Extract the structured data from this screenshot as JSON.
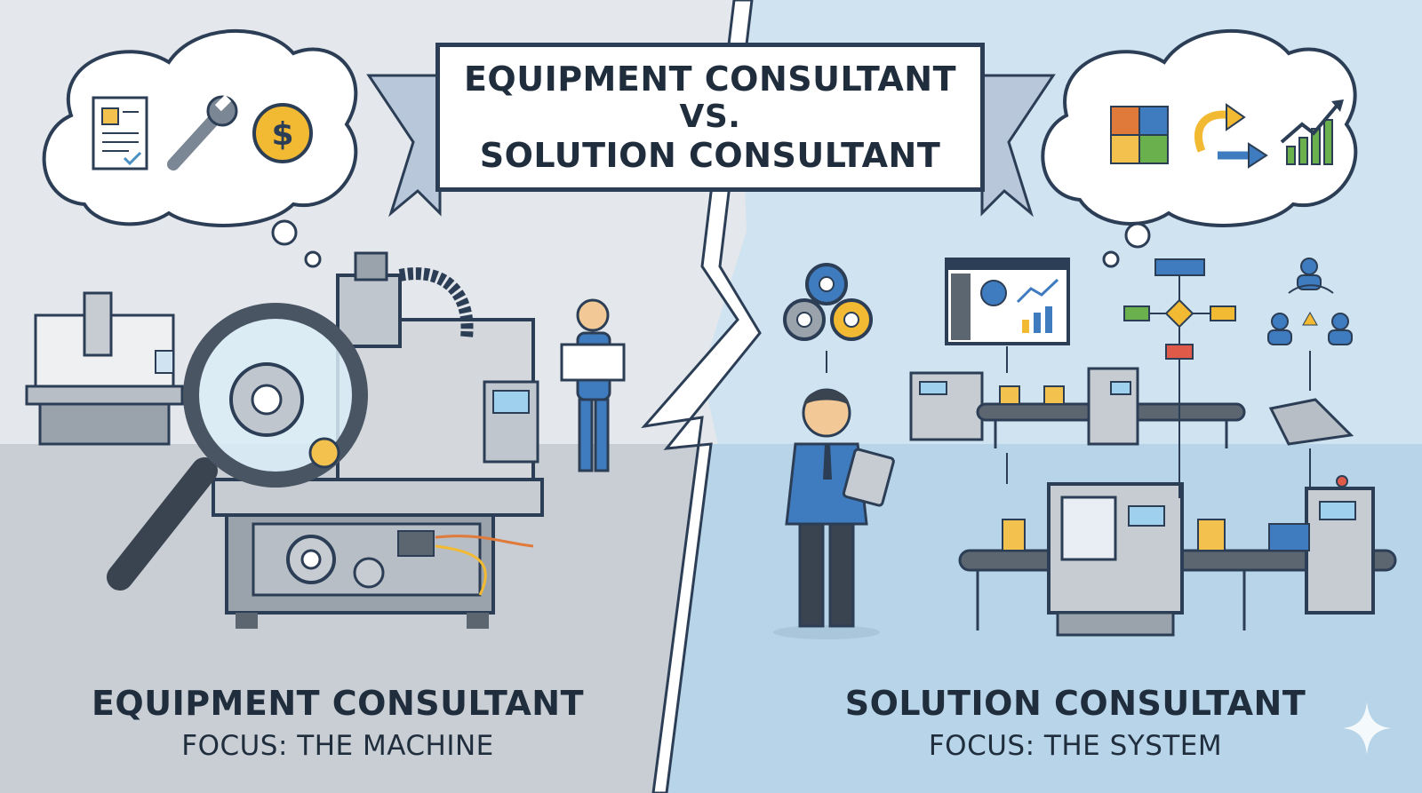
{
  "banner": {
    "line1": "EQUIPMENT CONSULTANT",
    "line2": "VS.",
    "line3": "SOLUTION CONSULTANT"
  },
  "left": {
    "title": "EQUIPMENT CONSULTANT",
    "subtitle": "FOCUS: THE MACHINE",
    "thought_icons": [
      "document-icon",
      "wrench-icon",
      "dollar-coin-icon"
    ]
  },
  "right": {
    "title": "SOLUTION CONSULTANT",
    "subtitle": "FOCUS: THE SYSTEM",
    "thought_icons": [
      "puzzle-icon",
      "cycle-arrow-icon",
      "growth-chart-icon"
    ]
  },
  "colors": {
    "left_bg": "#dfe3e8",
    "right_bg": "#c9e0f0",
    "ink": "#2c3e55",
    "accent_yellow": "#f2c14e",
    "accent_blue": "#3f7bbf",
    "coin": "#f2b933"
  },
  "watermark_icon": "sparkle-icon"
}
